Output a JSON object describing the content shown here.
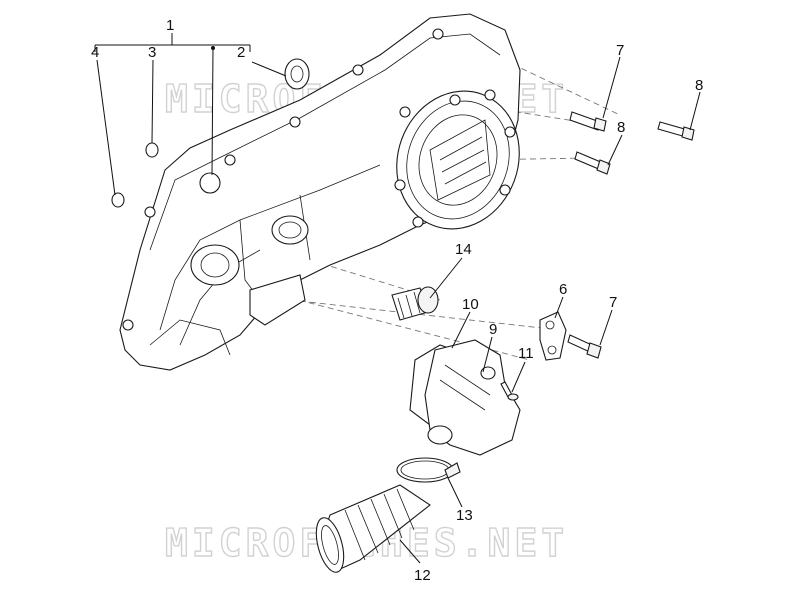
{
  "watermarks": [
    "MICROFICHES.NET",
    "MICROFICHES.NET"
  ],
  "callouts": [
    {
      "id": "c1",
      "label": "1"
    },
    {
      "id": "c2",
      "label": "2"
    },
    {
      "id": "c3",
      "label": "3"
    },
    {
      "id": "c4",
      "label": "4"
    },
    {
      "id": "c6",
      "label": "6"
    },
    {
      "id": "c7a",
      "label": "7"
    },
    {
      "id": "c7b",
      "label": "7"
    },
    {
      "id": "c8a",
      "label": "8"
    },
    {
      "id": "c8b",
      "label": "8"
    },
    {
      "id": "c9",
      "label": "9"
    },
    {
      "id": "c10",
      "label": "10"
    },
    {
      "id": "c11",
      "label": "11"
    },
    {
      "id": "c12",
      "label": "12"
    },
    {
      "id": "c13",
      "label": "13"
    },
    {
      "id": "c14",
      "label": "14"
    }
  ]
}
